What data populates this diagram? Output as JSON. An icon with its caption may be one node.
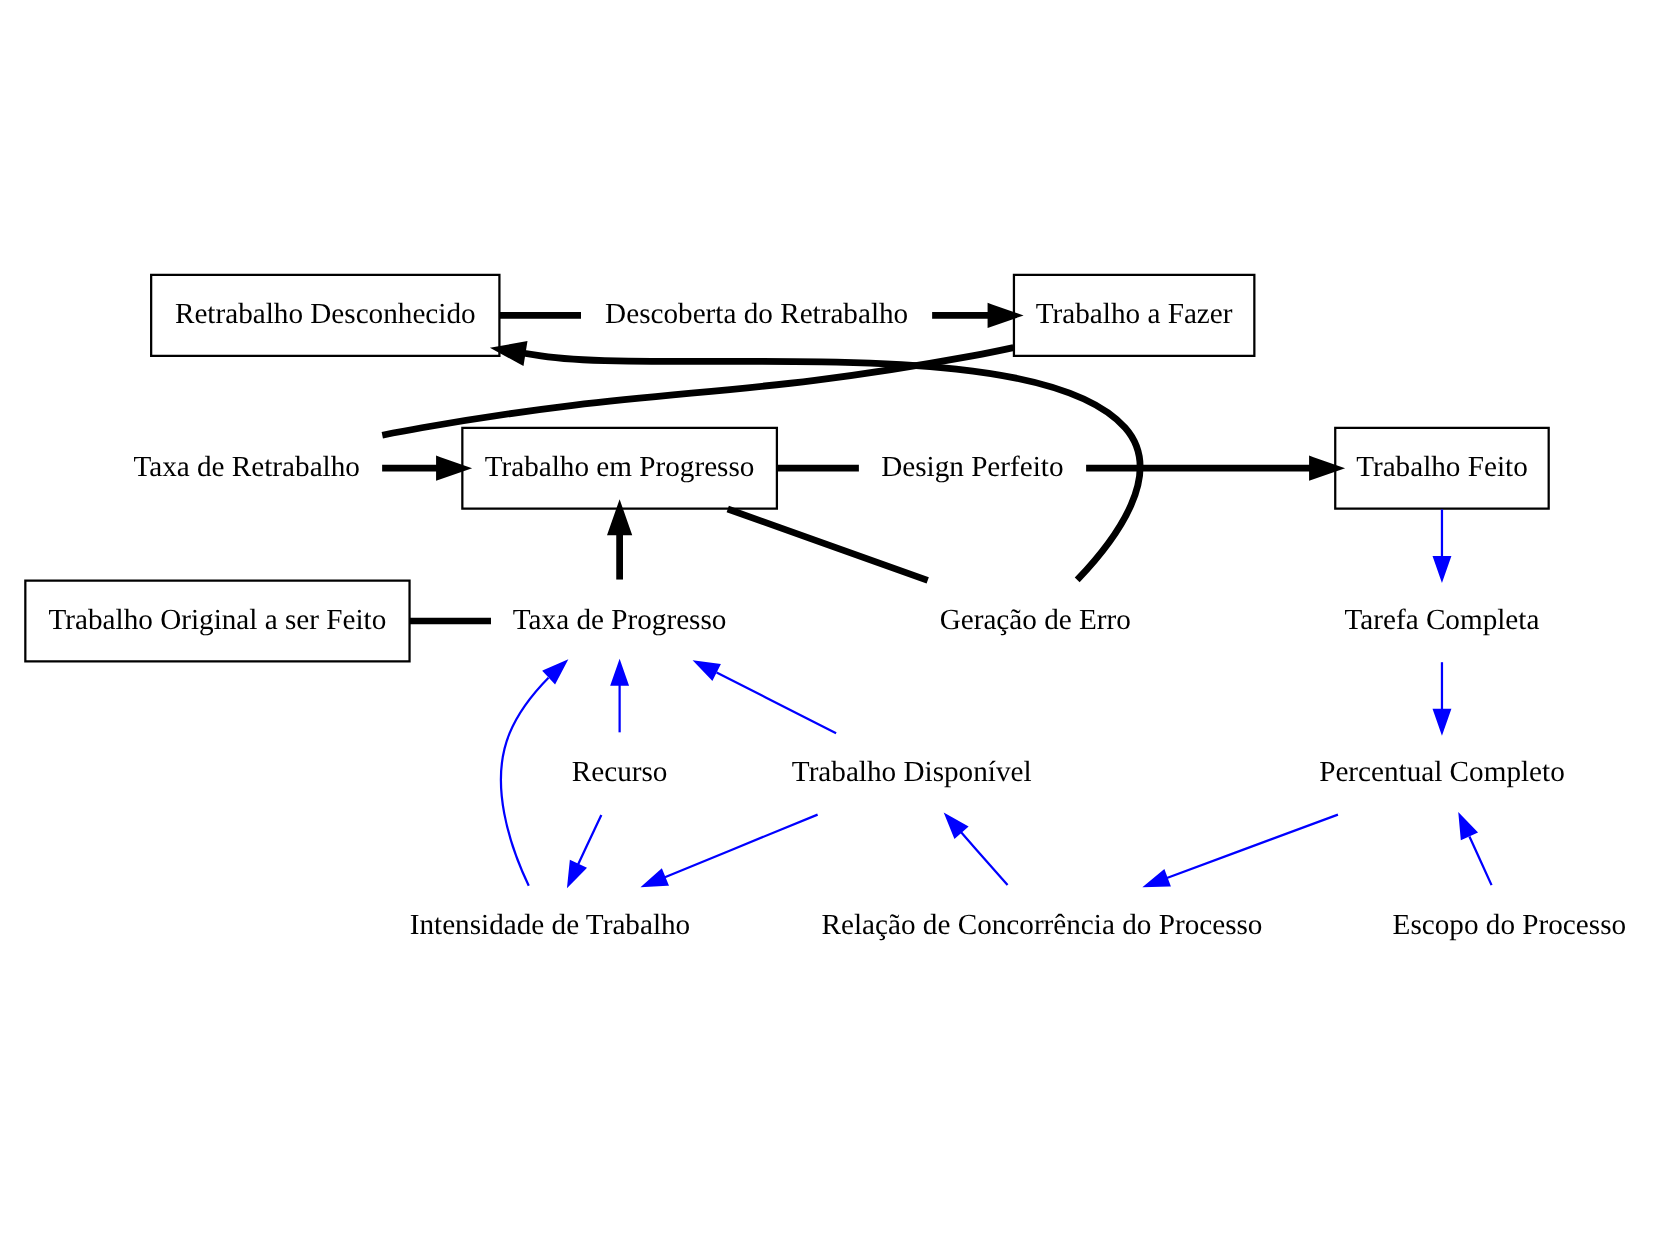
{
  "diagram": {
    "nodes": [
      {
        "text": [
          "Trabalho a Fazer"
        ]
      },
      {
        "text": [
          "Retrabalho Desconhecido"
        ]
      },
      {
        "text": [
          "Descoberta do Retrabalho"
        ]
      },
      {
        "text": [
          "Geração de Erro"
        ]
      },
      {
        "text": [
          "Taxa de Retrabalho"
        ]
      },
      {
        "text": [
          "Trabalho em Progresso"
        ]
      },
      {
        "text": [
          "Design Perfeito"
        ]
      },
      {
        "text": [
          "Trabalho Feito"
        ]
      },
      {
        "text": [
          "Trabalho Original a ser Feito"
        ]
      },
      {
        "text": [
          "Taxa de Progresso"
        ]
      },
      {
        "text": [
          "Tarefa Completa"
        ]
      },
      {
        "text": [
          "Recurso"
        ]
      },
      {
        "text": [
          "Trabalho Disponível"
        ]
      },
      {
        "text": [
          "Percentual Completo"
        ]
      },
      {
        "text": [
          "Intensidade de Trabalho"
        ]
      },
      {
        "text": [
          "Relação de Concorrência do Processo"
        ]
      },
      {
        "text": [
          "Escopo do Processo"
        ]
      }
    ],
    "edges": [
      {
        "from": 1,
        "to": 2,
        "arrow": "none",
        "style": "thick"
      },
      {
        "from": 2,
        "to": 0,
        "arrow": "to",
        "style": "thick"
      },
      {
        "from": 0,
        "to": 4,
        "arrow": "none",
        "style": "thick"
      },
      {
        "from": 4,
        "to": 5,
        "arrow": "to",
        "style": "thick"
      },
      {
        "from": 5,
        "to": 3,
        "arrow": "none",
        "style": "thick"
      },
      {
        "from": 3,
        "to": 1,
        "arrow": "to",
        "style": "thick"
      },
      {
        "from": 5,
        "to": 6,
        "arrow": "none",
        "style": "thick"
      },
      {
        "from": 6,
        "to": 7,
        "arrow": "to",
        "style": "thick"
      },
      {
        "from": 8,
        "to": 9,
        "arrow": "none",
        "style": "thick"
      },
      {
        "from": 9,
        "to": 5,
        "arrow": "to",
        "style": "thick"
      },
      {
        "from": 7,
        "to": 10,
        "arrow": "to",
        "color": "#0000ff"
      },
      {
        "from": 10,
        "to": 13,
        "arrow": "to",
        "color": "#0000ff"
      },
      {
        "from": 11,
        "to": 9,
        "arrow": "to",
        "color": "#0000ff"
      },
      {
        "from": 11,
        "to": 14,
        "arrow": "to",
        "color": "#0000ff"
      },
      {
        "from": 14,
        "to": 9,
        "arrow": "to",
        "color": "#0000ff"
      },
      {
        "from": 12,
        "to": 9,
        "arrow": "to",
        "color": "#0000ff"
      },
      {
        "from": 12,
        "to": 14,
        "arrow": "to",
        "color": "#0000ff"
      },
      {
        "from": 13,
        "to": 15,
        "arrow": "to",
        "color": "#0000ff"
      },
      {
        "from": 15,
        "to": 12,
        "arrow": "to",
        "color": "#0000ff"
      },
      {
        "from": 16,
        "to": 13,
        "arrow": "to",
        "color": "#0000ff"
      }
    ]
  }
}
